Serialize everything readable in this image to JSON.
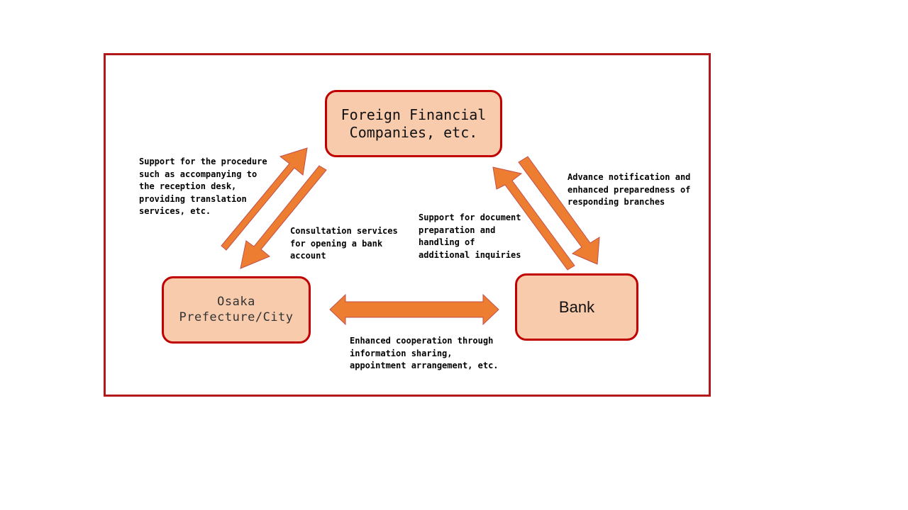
{
  "colors": {
    "frame_border": "#b3191a",
    "node_fill": "#f8cbad",
    "node_border": "#c00000",
    "arrow_fill": "#ed7d31",
    "arrow_stroke": "#c0504d"
  },
  "nodes": {
    "foreign": {
      "line1": "Foreign Financial",
      "line2": "Companies, etc."
    },
    "osaka": {
      "line1": "Osaka",
      "line2": "Prefecture/City"
    },
    "bank": {
      "label": "Bank"
    }
  },
  "labels": {
    "support_procedure": "Support for the procedure\nsuch as accompanying to\nthe reception desk,\nproviding translation\nservices, etc.",
    "consultation": "Consultation services\nfor opening a bank\naccount",
    "document_support": "Support for document\npreparation and\nhandling of\nadditional inquiries",
    "advance_notification": "Advance notification and\nenhanced preparedness of\nresponding branches",
    "cooperation": "Enhanced cooperation through\ninformation sharing,\nappointment arrangement, etc."
  }
}
